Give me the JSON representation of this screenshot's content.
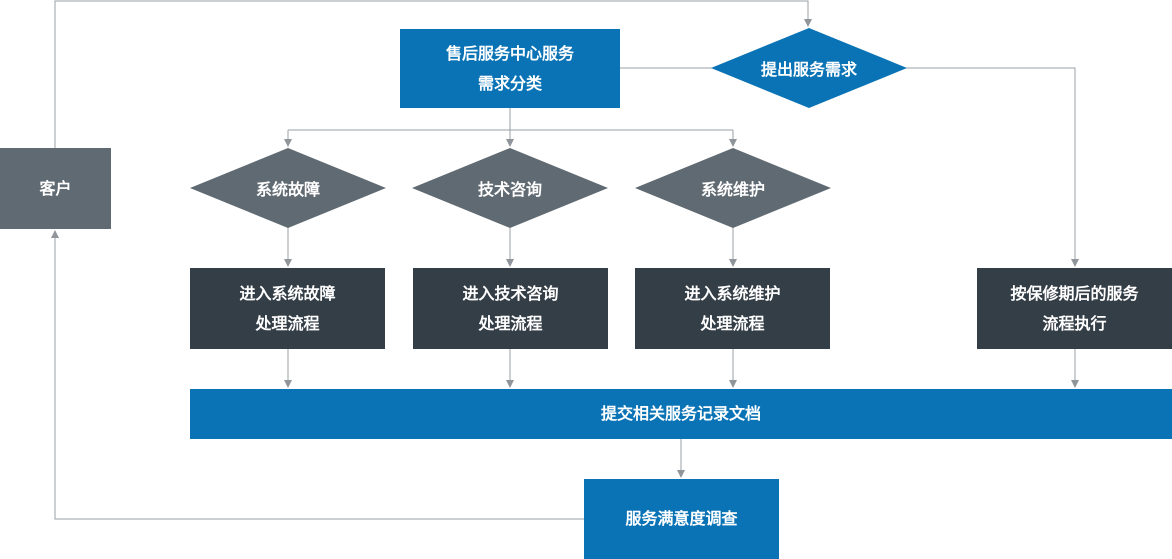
{
  "colors": {
    "blue": "#0a73b5",
    "dark": "#343e47",
    "gray": "#606a72",
    "line": "#9aa0a5"
  },
  "customer": "客户",
  "center": {
    "line1": "售后服务中心服务",
    "line2": "需求分类"
  },
  "request": "提出服务需求",
  "categories": [
    {
      "decision": "系统故障",
      "process_line1": "进入系统故障",
      "process_line2": "处理流程"
    },
    {
      "decision": "技术咨询",
      "process_line1": "进入技术咨询",
      "process_line2": "处理流程"
    },
    {
      "decision": "系统维护",
      "process_line1": "进入系统维护",
      "process_line2": "处理流程"
    }
  ],
  "warranty": {
    "line1": "按保修期后的服务",
    "line2": "流程执行"
  },
  "submit": "提交相关服务记录文档",
  "survey": "服务满意度调查"
}
